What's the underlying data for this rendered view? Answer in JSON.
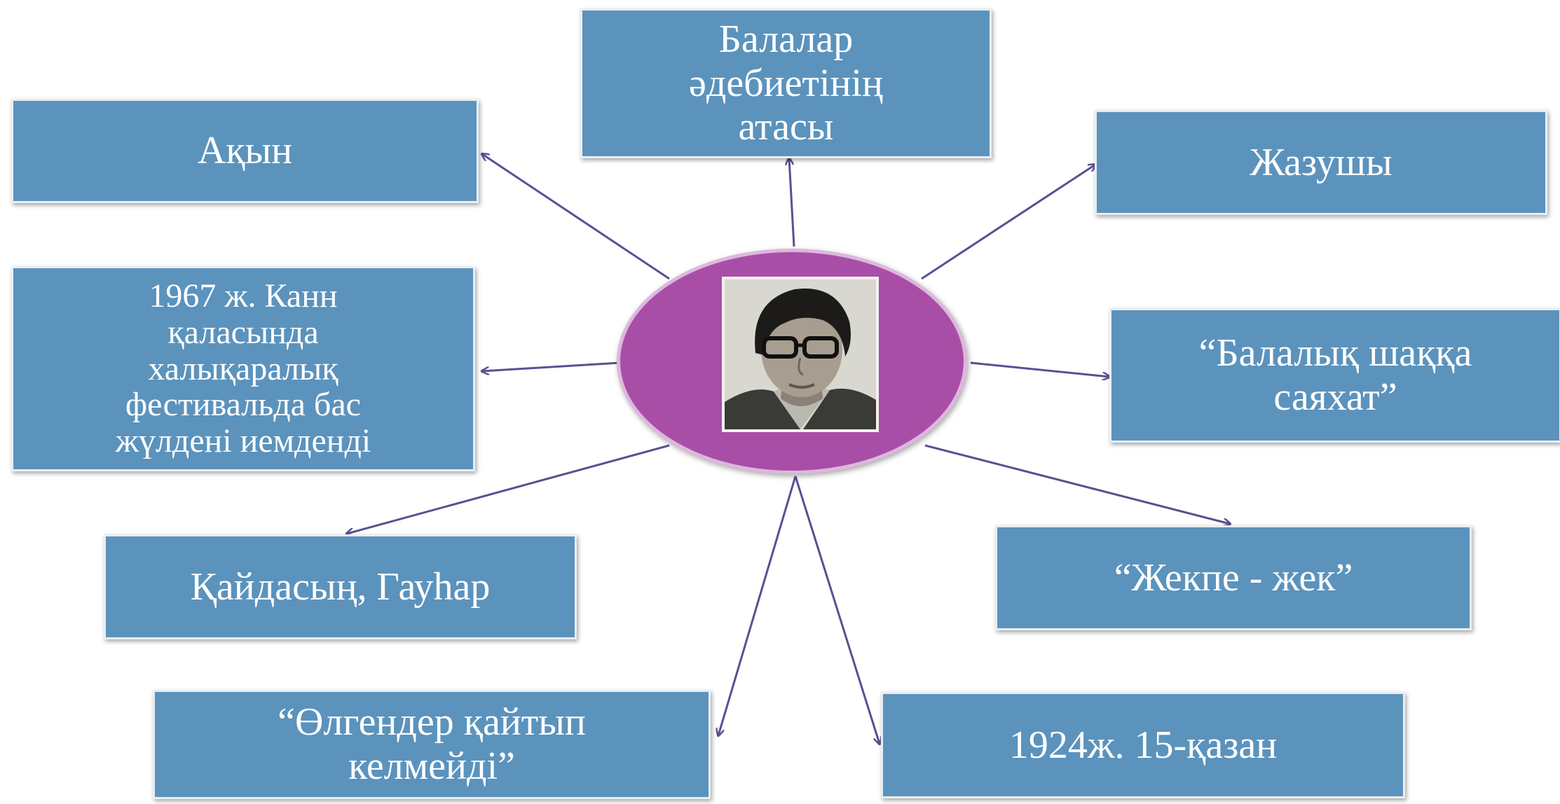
{
  "diagram": {
    "nodes": [
      {
        "id": "akyn",
        "text": "Ақын"
      },
      {
        "id": "father",
        "text": "Балалар\nәдебиетінің\nатасы"
      },
      {
        "id": "writer",
        "text": "Жазушы"
      },
      {
        "id": "cannes",
        "text": "1967 ж. Канн\nқаласында\nхалықаралық\nфестивальда бас\nжүлдені иемденді"
      },
      {
        "id": "journey",
        "text": "“Балалық шаққа\nсаяхат”"
      },
      {
        "id": "gauhar",
        "text": "Қайдасың, Гауһар"
      },
      {
        "id": "duel",
        "text": "“Жекпе - жек”"
      },
      {
        "id": "dead",
        "text": "“Өлгендер қайтып\nкелмейді”"
      },
      {
        "id": "born",
        "text": "1924ж. 15-қазан"
      }
    ],
    "center": {
      "image": "portrait-photo"
    },
    "colors": {
      "box": "#5b93bd",
      "box_border": "#e9eef3",
      "hub": "#a94ea7",
      "hub_border": "#ddb7dd",
      "arrow": "#5b4f92",
      "text": "#ffffff"
    }
  }
}
